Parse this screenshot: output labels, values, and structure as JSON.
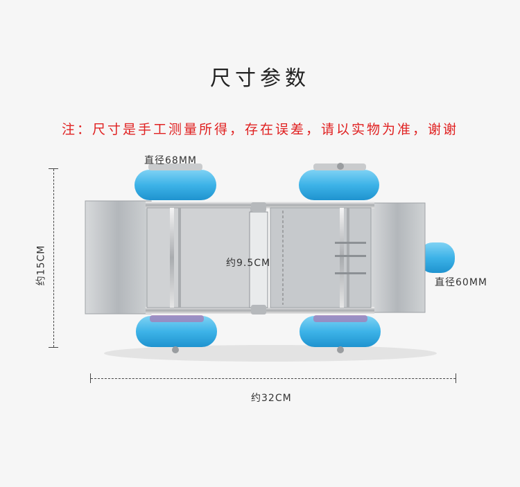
{
  "title": "尺寸参数",
  "note": "注：尺寸是手工测量所得，存在误差，请以实物为准，谢谢",
  "labels": {
    "wheel_big": "直径68MM",
    "axle": "约9.5CM",
    "wheel_small": "直径60MM",
    "length": "约32CM",
    "width": "约15CM"
  },
  "colors": {
    "note": "#e02020",
    "wheel": "#4ab8e6",
    "frame": "#b8bcc0"
  }
}
